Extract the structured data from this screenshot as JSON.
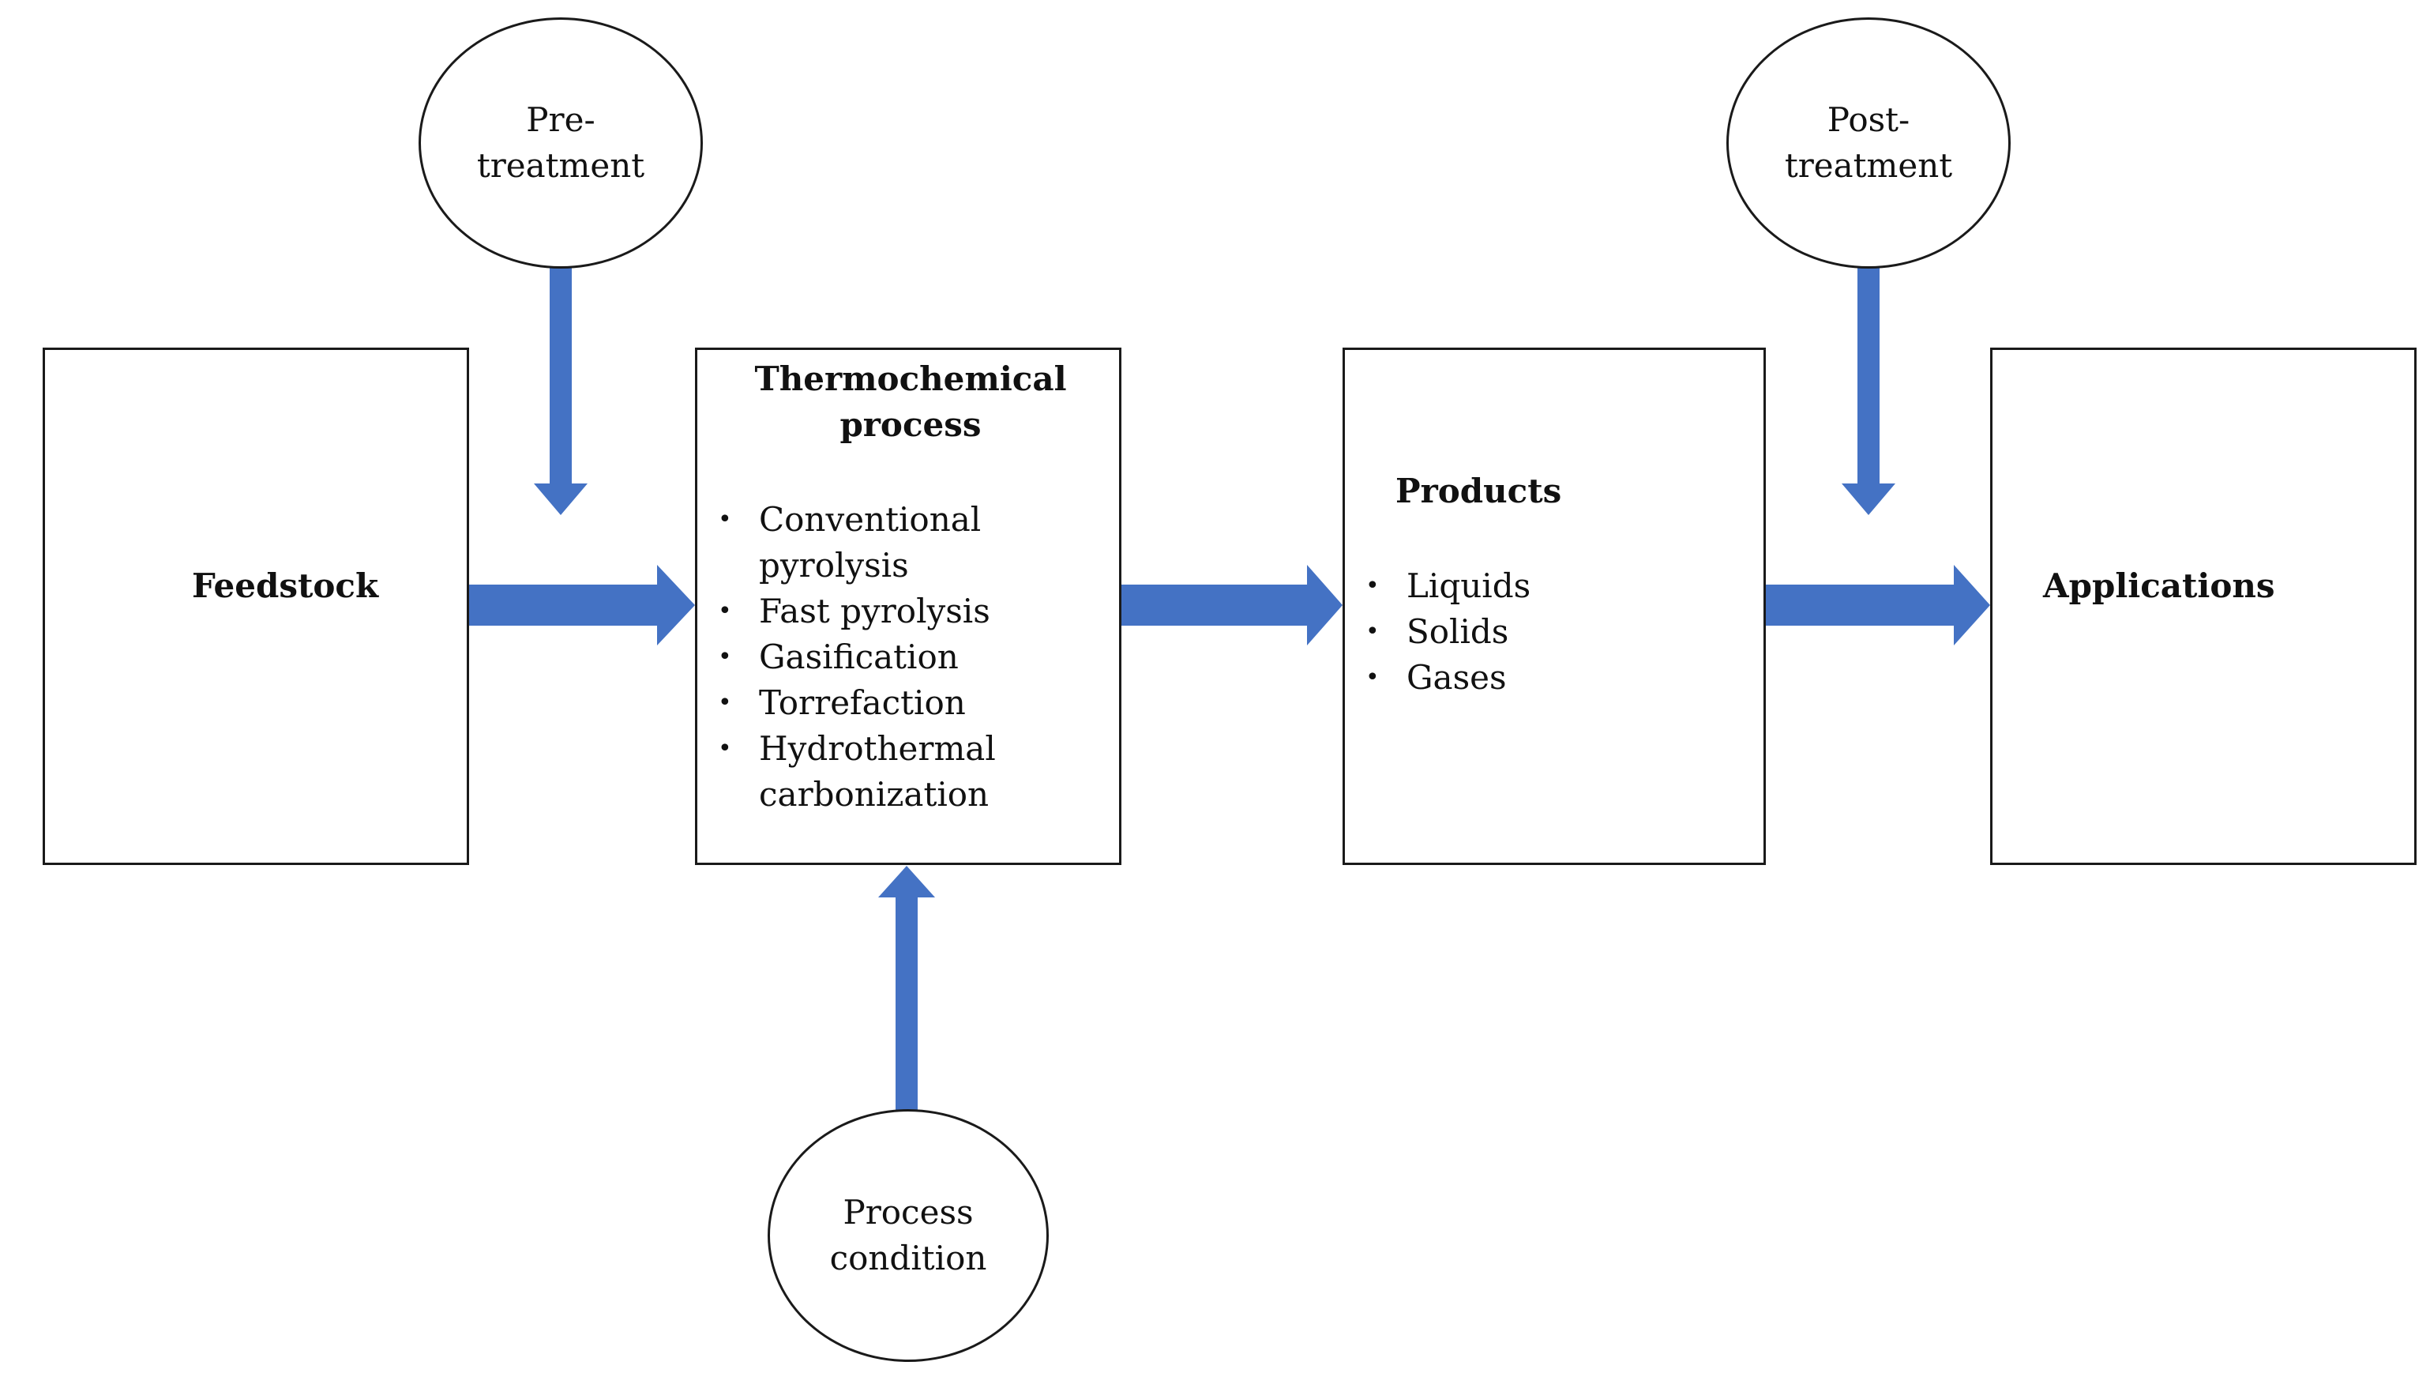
{
  "diagram": {
    "feedstock": {
      "label": "Feedstock"
    },
    "process": {
      "title": "Thermochemical process",
      "items": [
        "Conventional pyrolysis",
        "Fast pyrolysis",
        "Gasification",
        "Torrefaction",
        "Hydrothermal carbonization"
      ]
    },
    "products": {
      "title": "Products",
      "items": [
        "Liquids",
        "Solids",
        "Gases"
      ]
    },
    "applications": {
      "label": "Applications"
    },
    "pretreatment": {
      "label": "Pre-\ntreatment"
    },
    "posttreatment": {
      "label": "Post-\ntreatment"
    },
    "process_condition": {
      "label": "Process\ncondition"
    },
    "colors": {
      "arrow": "#4472C4",
      "stroke": "#1a1a1a"
    }
  }
}
